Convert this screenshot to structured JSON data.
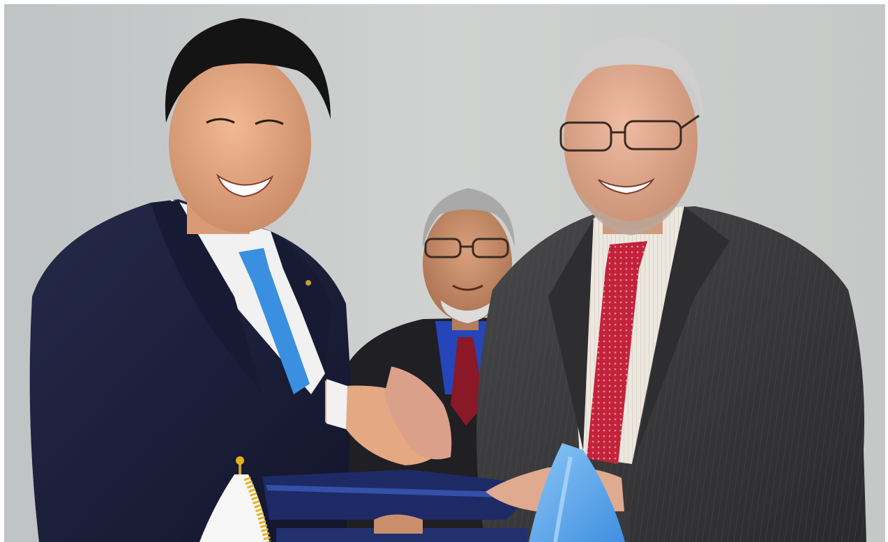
{
  "photo": {
    "people": [
      {
        "id": "left-man",
        "suit": "#1b1f3b",
        "tie": "#3a8fe0",
        "shirt": "#f1f1f1",
        "skin": "#e4a882",
        "hair": "#141414"
      },
      {
        "id": "middle-man",
        "suit": "#1f1f24",
        "tie": "#8a1827",
        "shirt": "#2446b8",
        "skin": "#c98f6c",
        "hair": "#a9a9a9"
      },
      {
        "id": "right-man",
        "suit": "#3a3a3c",
        "tie": "#c2223a",
        "shirt": "#ede8df",
        "skin": "#e0aa8f",
        "hair": "#d0d0d0"
      }
    ],
    "background_color": "#c9c9c9",
    "folder_color": "#1d2a66",
    "flags": [
      {
        "id": "white-flag",
        "color": "#f7f7f7",
        "fringe": "#e5b21f"
      },
      {
        "id": "blue-flag",
        "color": "#6db2f0"
      }
    ]
  }
}
